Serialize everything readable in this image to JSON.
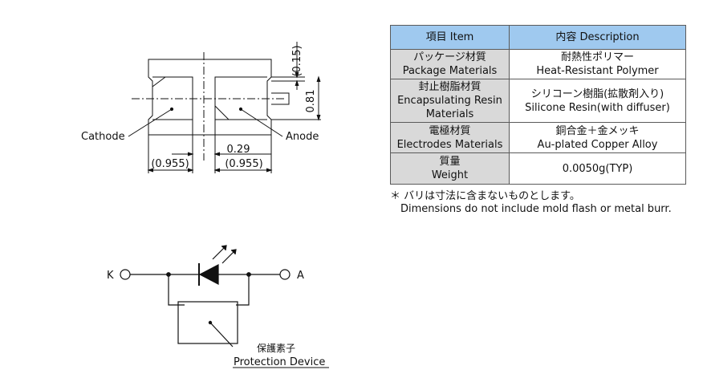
{
  "package_drawing": {
    "labels": {
      "cathode": "Cathode",
      "anode": "Anode"
    },
    "dimensions": {
      "top_gap": "(0.15)",
      "height": "0.81",
      "gap_between": "0.29",
      "left_pad": "(0.955)",
      "right_pad": "(0.955)"
    }
  },
  "table": {
    "headers": {
      "item": "項目 Item",
      "description": "内容 Description"
    },
    "rows": [
      {
        "item": [
          "パッケージ材質",
          "Package Materials"
        ],
        "description": [
          "耐熱性ポリマー",
          "Heat-Resistant Polymer"
        ]
      },
      {
        "item": [
          "封止樹脂材質",
          "Encapsulating Resin",
          "Materials"
        ],
        "description": [
          "シリコーン樹脂(拡散剤入り)",
          "Silicone Resin(with diffuser)"
        ]
      },
      {
        "item": [
          "電極材質",
          "Electrodes Materials"
        ],
        "description": [
          "銅合金＋金メッキ",
          "Au-plated Copper Alloy"
        ]
      },
      {
        "item": [
          "質量",
          "Weight"
        ],
        "description": [
          "0.0050g(TYP)"
        ]
      }
    ]
  },
  "footnote": {
    "line1": "＊ バリは寸法に含まないものとします。",
    "line2": "Dimensions do not include mold flash or metal burr."
  },
  "circuit": {
    "k_label": "K",
    "a_label": "A",
    "protection_jp": "保護素子",
    "protection_en": "Protection Device"
  }
}
